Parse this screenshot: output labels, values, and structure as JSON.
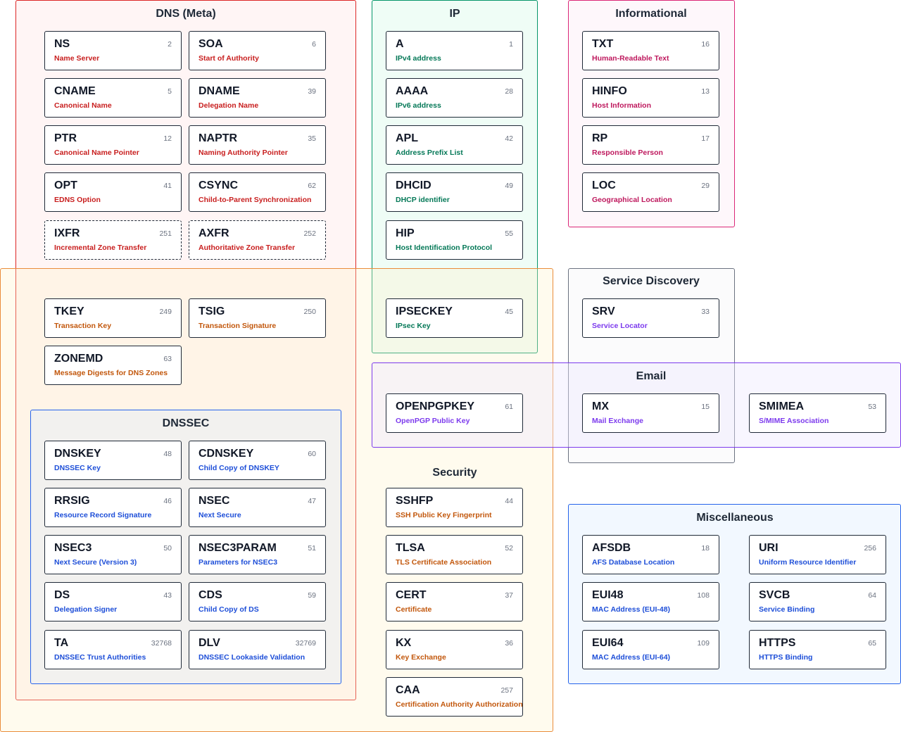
{
  "groups": {
    "dns_meta": {
      "title": "DNS (Meta)",
      "border": "#dc2626",
      "bg": "rgba(254,226,226,0.35)"
    },
    "ip": {
      "title": "IP",
      "border": "#059669",
      "bg": "rgba(209,250,229,0.35)"
    },
    "informational": {
      "title": "Informational",
      "border": "#db2777",
      "bg": "rgba(252,231,243,0.35)"
    },
    "orange": {
      "title": "",
      "border": "#ea8c3b",
      "bg": "rgba(254,243,199,0.30)"
    },
    "service_discovery": {
      "title": "Service Discovery",
      "border": "#6b7280",
      "bg": "rgba(243,244,246,0.35)"
    },
    "email": {
      "title": "Email",
      "border": "#7c3aed",
      "bg": "rgba(237,233,254,0.40)"
    },
    "security": {
      "title": "Security",
      "border": "",
      "bg": ""
    },
    "dnssec": {
      "title": "DNSSEC",
      "border": "#2563eb",
      "bg": "rgba(219,234,254,0.35)"
    },
    "misc": {
      "title": "Miscellaneous",
      "border": "#2563eb",
      "bg": "rgba(219,234,254,0.35)"
    }
  },
  "colors": {
    "red": "#c81e1e",
    "green": "#047857",
    "pink": "#be185d",
    "orange": "#c2570c",
    "purple": "#7c3aed",
    "blue": "#1d4ed8",
    "card_border": "#1f2937",
    "number": "#6b7280"
  },
  "records": {
    "NS": {
      "name": "NS",
      "num": "2",
      "desc": "Name Server"
    },
    "SOA": {
      "name": "SOA",
      "num": "6",
      "desc": "Start of Authority"
    },
    "CNAME": {
      "name": "CNAME",
      "num": "5",
      "desc": "Canonical Name"
    },
    "DNAME": {
      "name": "DNAME",
      "num": "39",
      "desc": "Delegation Name"
    },
    "PTR": {
      "name": "PTR",
      "num": "12",
      "desc": "Canonical Name Pointer"
    },
    "NAPTR": {
      "name": "NAPTR",
      "num": "35",
      "desc": "Naming Authority Pointer"
    },
    "OPT": {
      "name": "OPT",
      "num": "41",
      "desc": "EDNS Option"
    },
    "CSYNC": {
      "name": "CSYNC",
      "num": "62",
      "desc": "Child-to-Parent Synchronization"
    },
    "IXFR": {
      "name": "IXFR",
      "num": "251",
      "desc": "Incremental Zone Transfer"
    },
    "AXFR": {
      "name": "AXFR",
      "num": "252",
      "desc": "Authoritative Zone Transfer"
    },
    "TKEY": {
      "name": "TKEY",
      "num": "249",
      "desc": "Transaction Key"
    },
    "TSIG": {
      "name": "TSIG",
      "num": "250",
      "desc": "Transaction Signature"
    },
    "ZONEMD": {
      "name": "ZONEMD",
      "num": "63",
      "desc": "Message Digests for DNS Zones"
    },
    "DNSKEY": {
      "name": "DNSKEY",
      "num": "48",
      "desc": "DNSSEC Key"
    },
    "CDNSKEY": {
      "name": "CDNSKEY",
      "num": "60",
      "desc": "Child Copy of DNSKEY"
    },
    "RRSIG": {
      "name": "RRSIG",
      "num": "46",
      "desc": "Resource Record Signature"
    },
    "NSEC": {
      "name": "NSEC",
      "num": "47",
      "desc": "Next Secure"
    },
    "NSEC3": {
      "name": "NSEC3",
      "num": "50",
      "desc": "Next Secure (Version 3)"
    },
    "NSEC3PARAM": {
      "name": "NSEC3PARAM",
      "num": "51",
      "desc": "Parameters for NSEC3"
    },
    "DS": {
      "name": "DS",
      "num": "43",
      "desc": "Delegation Signer"
    },
    "CDS": {
      "name": "CDS",
      "num": "59",
      "desc": "Child Copy of DS"
    },
    "TA": {
      "name": "TA",
      "num": "32768",
      "desc": "DNSSEC Trust Authorities"
    },
    "DLV": {
      "name": "DLV",
      "num": "32769",
      "desc": "DNSSEC Lookaside Validation"
    },
    "A": {
      "name": "A",
      "num": "1",
      "desc": "IPv4 address"
    },
    "AAAA": {
      "name": "AAAA",
      "num": "28",
      "desc": "IPv6 address"
    },
    "APL": {
      "name": "APL",
      "num": "42",
      "desc": "Address Prefix List"
    },
    "DHCID": {
      "name": "DHCID",
      "num": "49",
      "desc": "DHCP identifier"
    },
    "HIP": {
      "name": "HIP",
      "num": "55",
      "desc": "Host Identification Protocol"
    },
    "IPSECKEY": {
      "name": "IPSECKEY",
      "num": "45",
      "desc": "IPsec Key"
    },
    "OPENPGPKEY": {
      "name": "OPENPGPKEY",
      "num": "61",
      "desc": "OpenPGP Public Key"
    },
    "SSHFP": {
      "name": "SSHFP",
      "num": "44",
      "desc": "SSH Public Key Fingerprint"
    },
    "TLSA": {
      "name": "TLSA",
      "num": "52",
      "desc": "TLS Certificate Association"
    },
    "CERT": {
      "name": "CERT",
      "num": "37",
      "desc": "Certificate"
    },
    "KX": {
      "name": "KX",
      "num": "36",
      "desc": "Key Exchange"
    },
    "CAA": {
      "name": "CAA",
      "num": "257",
      "desc": "Certification Authority Authorization"
    },
    "TXT": {
      "name": "TXT",
      "num": "16",
      "desc": "Human-Readable Text"
    },
    "HINFO": {
      "name": "HINFO",
      "num": "13",
      "desc": "Host Information"
    },
    "RP": {
      "name": "RP",
      "num": "17",
      "desc": "Responsible Person"
    },
    "LOC": {
      "name": "LOC",
      "num": "29",
      "desc": "Geographical Location"
    },
    "SRV": {
      "name": "SRV",
      "num": "33",
      "desc": "Service Locator"
    },
    "MX": {
      "name": "MX",
      "num": "15",
      "desc": "Mail Exchange"
    },
    "SMIMEA": {
      "name": "SMIMEA",
      "num": "53",
      "desc": "S/MIME Association"
    },
    "AFSDB": {
      "name": "AFSDB",
      "num": "18",
      "desc": "AFS Database Location"
    },
    "URI": {
      "name": "URI",
      "num": "256",
      "desc": "Uniform Resource Identifier"
    },
    "EUI48": {
      "name": "EUI48",
      "num": "108",
      "desc": "MAC Address (EUI-48)"
    },
    "SVCB": {
      "name": "SVCB",
      "num": "64",
      "desc": "Service Binding"
    },
    "EUI64": {
      "name": "EUI64",
      "num": "109",
      "desc": "MAC Address (EUI-64)"
    },
    "HTTPS": {
      "name": "HTTPS",
      "num": "65",
      "desc": "HTTPS Binding"
    }
  }
}
